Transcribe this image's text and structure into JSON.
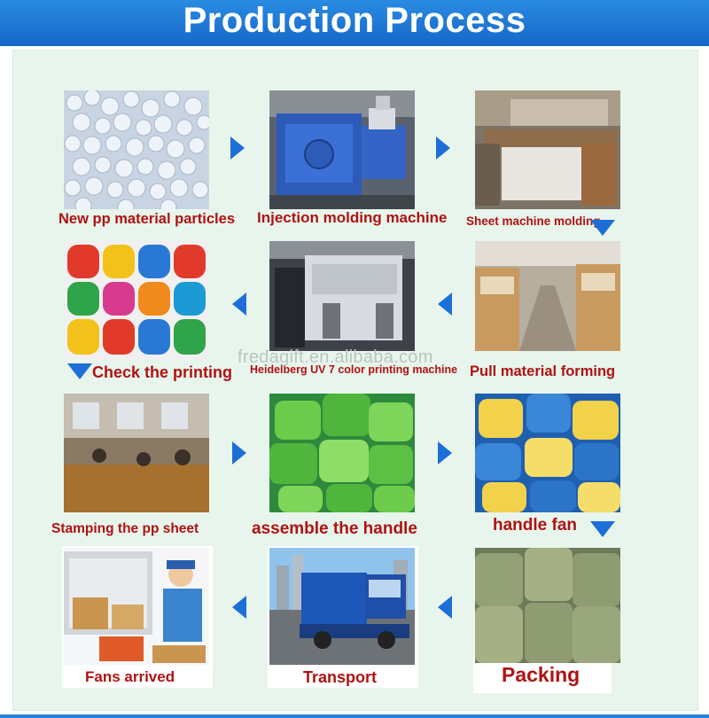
{
  "header": {
    "title": "Production Process"
  },
  "watermark": "fredagift.en.alibaba.com",
  "steps": {
    "s1": "New pp material particles",
    "s2": "Injection molding machine",
    "s3": "Sheet machine molding",
    "s4": "Pull material forming",
    "s5": "Heidelberg UV 7 color printing machine",
    "s6": "Check the printing",
    "s7": "Stamping the pp sheet",
    "s8": "assemble the handle",
    "s9": "handle fan",
    "s10": "Packing",
    "s11": "Transport",
    "s12": "Fans arrived"
  },
  "colors": {
    "header": "#1a74d4",
    "label": "#b01212",
    "arrow": "#1d6fd8",
    "panel": "#e8f5ec"
  }
}
